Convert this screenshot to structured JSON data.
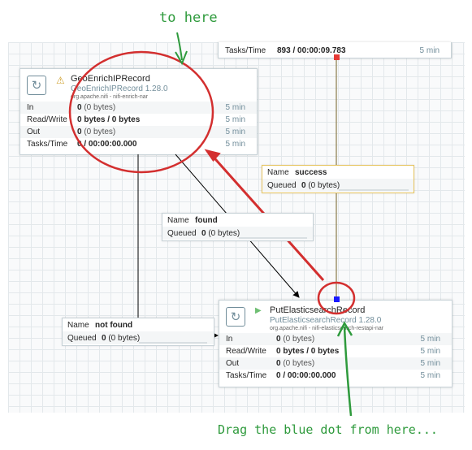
{
  "annotations": {
    "top": "to here",
    "bottom": "Drag the blue dot from here..."
  },
  "upstream": {
    "tasks_label": "Tasks/Time",
    "tasks_value": "893 / 00:00:09.783",
    "tasks_time": "5 min"
  },
  "geo": {
    "warning": "⚠",
    "name": "GeoEnrichIPRecord",
    "type": "GeoEnrichIPRecord 1.28.0",
    "bundle": "org.apache.nifi - nifi-enrich-nar",
    "stats": [
      {
        "label": "In",
        "value": "0",
        "detail": "(0 bytes)",
        "time": "5 min"
      },
      {
        "label": "Read/Write",
        "value": "0 bytes / 0 bytes",
        "detail": "",
        "time": "5 min"
      },
      {
        "label": "Out",
        "value": "0",
        "detail": "(0 bytes)",
        "time": "5 min"
      },
      {
        "label": "Tasks/Time",
        "value": "0 / 00:00:00.000",
        "detail": "",
        "time": "5 min"
      }
    ]
  },
  "put": {
    "status": "▶",
    "name": "PutElasticsearchRecord",
    "type": "PutElasticsearchRecord 1.28.0",
    "bundle": "org.apache.nifi - nifi-elasticsearch-restapi-nar",
    "stats": [
      {
        "label": "In",
        "value": "0",
        "detail": "(0 bytes)",
        "time": "5 min"
      },
      {
        "label": "Read/Write",
        "value": "0 bytes / 0 bytes",
        "detail": "",
        "time": "5 min"
      },
      {
        "label": "Out",
        "value": "0",
        "detail": "(0 bytes)",
        "time": "5 min"
      },
      {
        "label": "Tasks/Time",
        "value": "0 / 00:00:00.000",
        "detail": "",
        "time": "5 min"
      }
    ]
  },
  "connections": {
    "success": {
      "name_label": "Name",
      "name": "success",
      "queued_label": "Queued",
      "queued": "0",
      "queued_detail": "(0 bytes)"
    },
    "found": {
      "name_label": "Name",
      "name": "found",
      "queued_label": "Queued",
      "queued": "0",
      "queued_detail": "(0 bytes)"
    },
    "not_found": {
      "name_label": "Name",
      "name": "not found",
      "queued_label": "Queued",
      "queued": "0",
      "queued_detail": "(0 bytes)"
    }
  },
  "colors": {
    "annotation_green": "#2e9a3c",
    "annotation_red": "#d32f2f",
    "drag_handle": "#1a1aff",
    "connection_selected": "#e6c45e",
    "connection_line": "#8a7a4a"
  }
}
